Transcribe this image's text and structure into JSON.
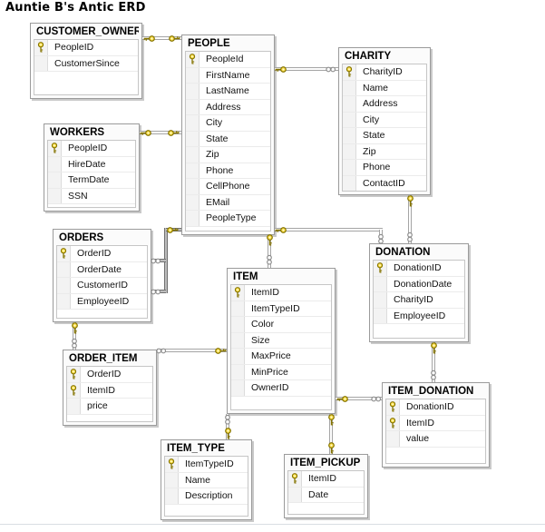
{
  "title": "Auntie B's Antic ERD",
  "colors": {
    "key_fill": "#ffe14d",
    "key_stroke": "#857400",
    "line": "#a5a5a5",
    "line_dark": "#6f6f6f",
    "box_border": "#9b9b9b",
    "grid_border": "#c6c6c6",
    "selector_bg": "#f3f3f3",
    "shadow": "#c9c9c9"
  },
  "tables": [
    {
      "name": "CUSTOMER_OWNER",
      "fields": [
        {
          "name": "PeopleID",
          "key": true
        },
        {
          "name": "CustomerSince",
          "key": false
        }
      ]
    },
    {
      "name": "PEOPLE",
      "fields": [
        {
          "name": "PeopleId",
          "key": true
        },
        {
          "name": "FirstName",
          "key": false
        },
        {
          "name": "LastName",
          "key": false
        },
        {
          "name": "Address",
          "key": false
        },
        {
          "name": "City",
          "key": false
        },
        {
          "name": "State",
          "key": false
        },
        {
          "name": "Zip",
          "key": false
        },
        {
          "name": "Phone",
          "key": false
        },
        {
          "name": "CellPhone",
          "key": false
        },
        {
          "name": "EMail",
          "key": false
        },
        {
          "name": "PeopleType",
          "key": false
        }
      ]
    },
    {
      "name": "CHARITY",
      "fields": [
        {
          "name": "CharityID",
          "key": true
        },
        {
          "name": "Name",
          "key": false
        },
        {
          "name": "Address",
          "key": false
        },
        {
          "name": "City",
          "key": false
        },
        {
          "name": "State",
          "key": false
        },
        {
          "name": "Zip",
          "key": false
        },
        {
          "name": "Phone",
          "key": false
        },
        {
          "name": "ContactID",
          "key": false
        }
      ]
    },
    {
      "name": "WORKERS",
      "fields": [
        {
          "name": "PeopleID",
          "key": true
        },
        {
          "name": "HireDate",
          "key": false
        },
        {
          "name": "TermDate",
          "key": false
        },
        {
          "name": "SSN",
          "key": false
        }
      ]
    },
    {
      "name": "ORDERS",
      "fields": [
        {
          "name": "OrderID",
          "key": true
        },
        {
          "name": "OrderDate",
          "key": false
        },
        {
          "name": "CustomerID",
          "key": false
        },
        {
          "name": "EmployeeID",
          "key": false
        }
      ]
    },
    {
      "name": "ITEM",
      "fields": [
        {
          "name": "ItemID",
          "key": true
        },
        {
          "name": "ItemTypeID",
          "key": false
        },
        {
          "name": "Color",
          "key": false
        },
        {
          "name": "Size",
          "key": false
        },
        {
          "name": "MaxPrice",
          "key": false
        },
        {
          "name": "MinPrice",
          "key": false
        },
        {
          "name": "OwnerID",
          "key": false
        }
      ]
    },
    {
      "name": "DONATION",
      "fields": [
        {
          "name": "DonationID",
          "key": true
        },
        {
          "name": "DonationDate",
          "key": false
        },
        {
          "name": "CharityID",
          "key": false
        },
        {
          "name": "EmployeeID",
          "key": false
        }
      ]
    },
    {
      "name": "ORDER_ITEM",
      "fields": [
        {
          "name": "OrderID",
          "key": true
        },
        {
          "name": "ItemID",
          "key": true
        },
        {
          "name": "price",
          "key": false
        }
      ]
    },
    {
      "name": "ITEM_DONATION",
      "fields": [
        {
          "name": "DonationID",
          "key": true
        },
        {
          "name": "ItemID",
          "key": true
        },
        {
          "name": "value",
          "key": false
        }
      ]
    },
    {
      "name": "ITEM_TYPE",
      "fields": [
        {
          "name": "ItemTypeID",
          "key": true
        },
        {
          "name": "Name",
          "key": false
        },
        {
          "name": "Description",
          "key": false
        }
      ]
    },
    {
      "name": "ITEM_PICKUP",
      "fields": [
        {
          "name": "ItemID",
          "key": true
        },
        {
          "name": "Date",
          "key": false
        }
      ]
    }
  ],
  "relationships": [
    {
      "from": "PEOPLE",
      "to": "CUSTOMER_OWNER",
      "cardinality": "one-to-one"
    },
    {
      "from": "PEOPLE",
      "to": "WORKERS",
      "cardinality": "one-to-one"
    },
    {
      "from": "PEOPLE",
      "to": "CHARITY",
      "cardinality": "one-to-many"
    },
    {
      "from": "PEOPLE",
      "to": "ORDERS",
      "cardinality": "one-to-many",
      "note": "CustomerID"
    },
    {
      "from": "PEOPLE",
      "to": "ORDERS",
      "cardinality": "one-to-many",
      "note": "EmployeeID"
    },
    {
      "from": "PEOPLE",
      "to": "ITEM",
      "cardinality": "one-to-many"
    },
    {
      "from": "PEOPLE",
      "to": "DONATION",
      "cardinality": "one-to-many"
    },
    {
      "from": "CHARITY",
      "to": "DONATION",
      "cardinality": "one-to-many"
    },
    {
      "from": "ORDERS",
      "to": "ORDER_ITEM",
      "cardinality": "one-to-many"
    },
    {
      "from": "ITEM",
      "to": "ORDER_ITEM",
      "cardinality": "one-to-many"
    },
    {
      "from": "ITEM_TYPE",
      "to": "ITEM",
      "cardinality": "one-to-many"
    },
    {
      "from": "ITEM",
      "to": "ITEM_PICKUP",
      "cardinality": "one-to-one"
    },
    {
      "from": "ITEM",
      "to": "ITEM_DONATION",
      "cardinality": "one-to-many"
    },
    {
      "from": "DONATION",
      "to": "ITEM_DONATION",
      "cardinality": "one-to-many"
    }
  ]
}
